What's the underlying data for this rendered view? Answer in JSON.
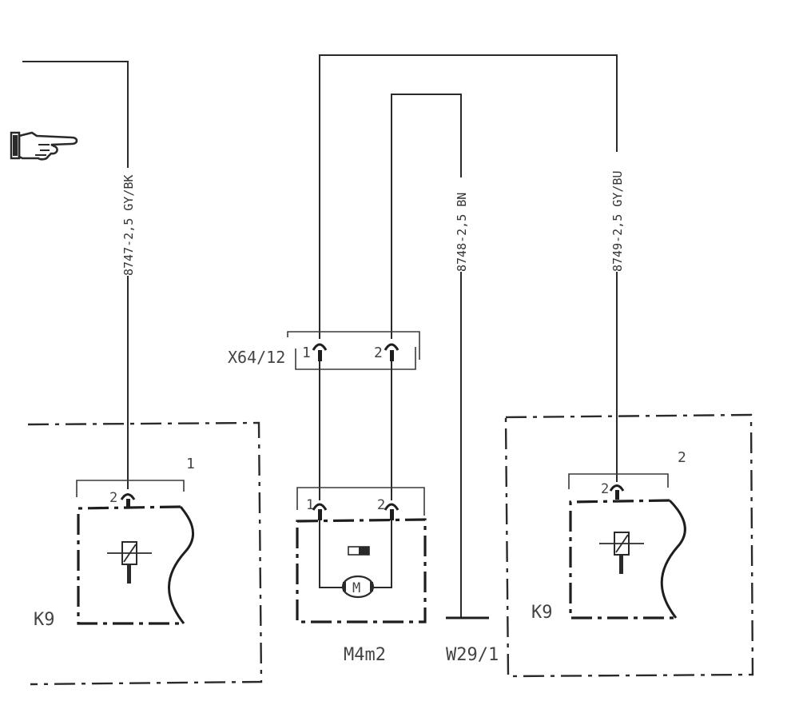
{
  "diagram": {
    "wires": [
      {
        "id": "wire-8747",
        "label": "8747-2,5 GY/BK"
      },
      {
        "id": "wire-8748",
        "label": "8748-2,5 BN"
      },
      {
        "id": "wire-8749",
        "label": "8749-2,5 GY/BU"
      }
    ],
    "connector": {
      "name": "X64/12",
      "pin1": "1",
      "pin2": "2"
    },
    "components": {
      "k9_left": {
        "name": "K9",
        "conn": "1",
        "pin": "2"
      },
      "k9_right": {
        "name": "K9",
        "conn": "2",
        "pin": "2"
      },
      "motor": {
        "name": "M4m2",
        "pin1": "1",
        "pin2": "2",
        "symbol": "M"
      },
      "ground": {
        "name": "W29/1"
      }
    },
    "icons": {
      "reference": "pointing-hand-icon"
    }
  }
}
